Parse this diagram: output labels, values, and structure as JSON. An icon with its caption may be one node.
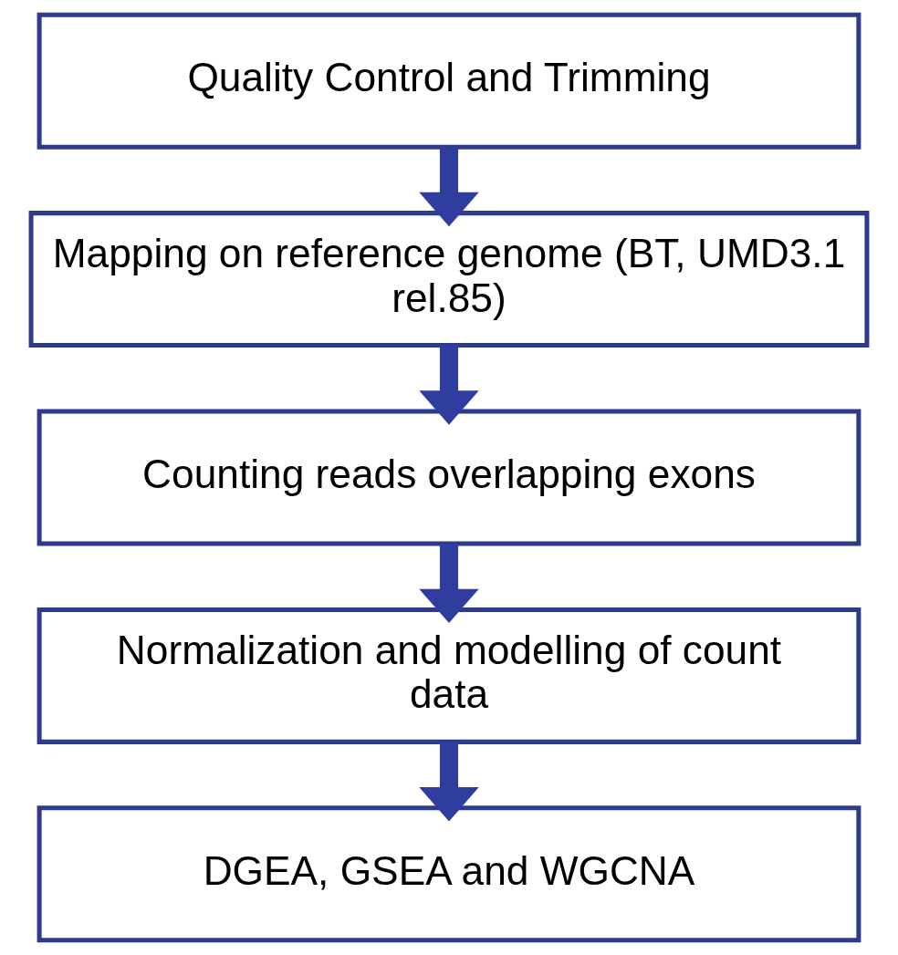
{
  "diagram": {
    "nodes": [
      {
        "text": [
          "Quality Control and Trimming"
        ]
      },
      {
        "text": [
          "Mapping on reference genome (BT, UMD3.1 rel.85)"
        ]
      },
      {
        "text": [
          "Counting reads overlapping exons"
        ]
      },
      {
        "text": [
          "Normalization and modelling of count data"
        ]
      },
      {
        "text": [
          "DGEA, GSEA and WGCNA"
        ]
      }
    ],
    "edges": [
      {
        "from": 0,
        "to": 1,
        "arrow": "to"
      },
      {
        "from": 1,
        "to": 2,
        "arrow": "to"
      },
      {
        "from": 2,
        "to": 3,
        "arrow": "to"
      },
      {
        "from": 3,
        "to": 4,
        "arrow": "to"
      }
    ]
  }
}
